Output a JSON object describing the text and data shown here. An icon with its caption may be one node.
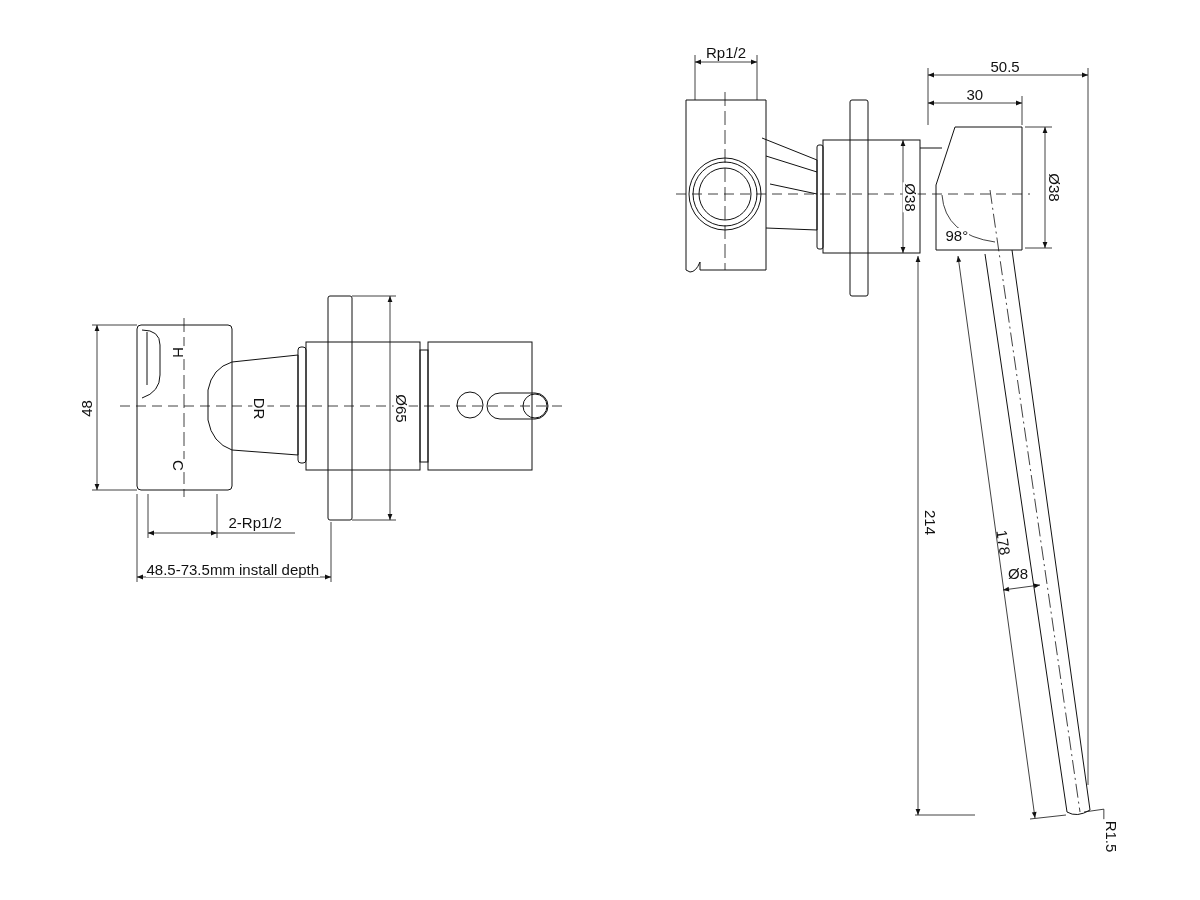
{
  "diagram": {
    "nodes": [
      {
        "text": [],
        "shape": "picture"
      },
      {
        "text": [
          "R1.5"
        ]
      }
    ],
    "edges": [
      {
        "from": 1,
        "to": 0,
        "arrow": "none"
      }
    ],
    "labels": [
      "Rp1/2",
      "50.5",
      "30",
      "Ø38",
      "Ø38",
      "98°",
      "H",
      "48",
      "DR",
      "Ø65",
      "C",
      "2-Rp1/2",
      "214",
      "178",
      "Ø8",
      "48.5-73.5mm install depth"
    ]
  }
}
